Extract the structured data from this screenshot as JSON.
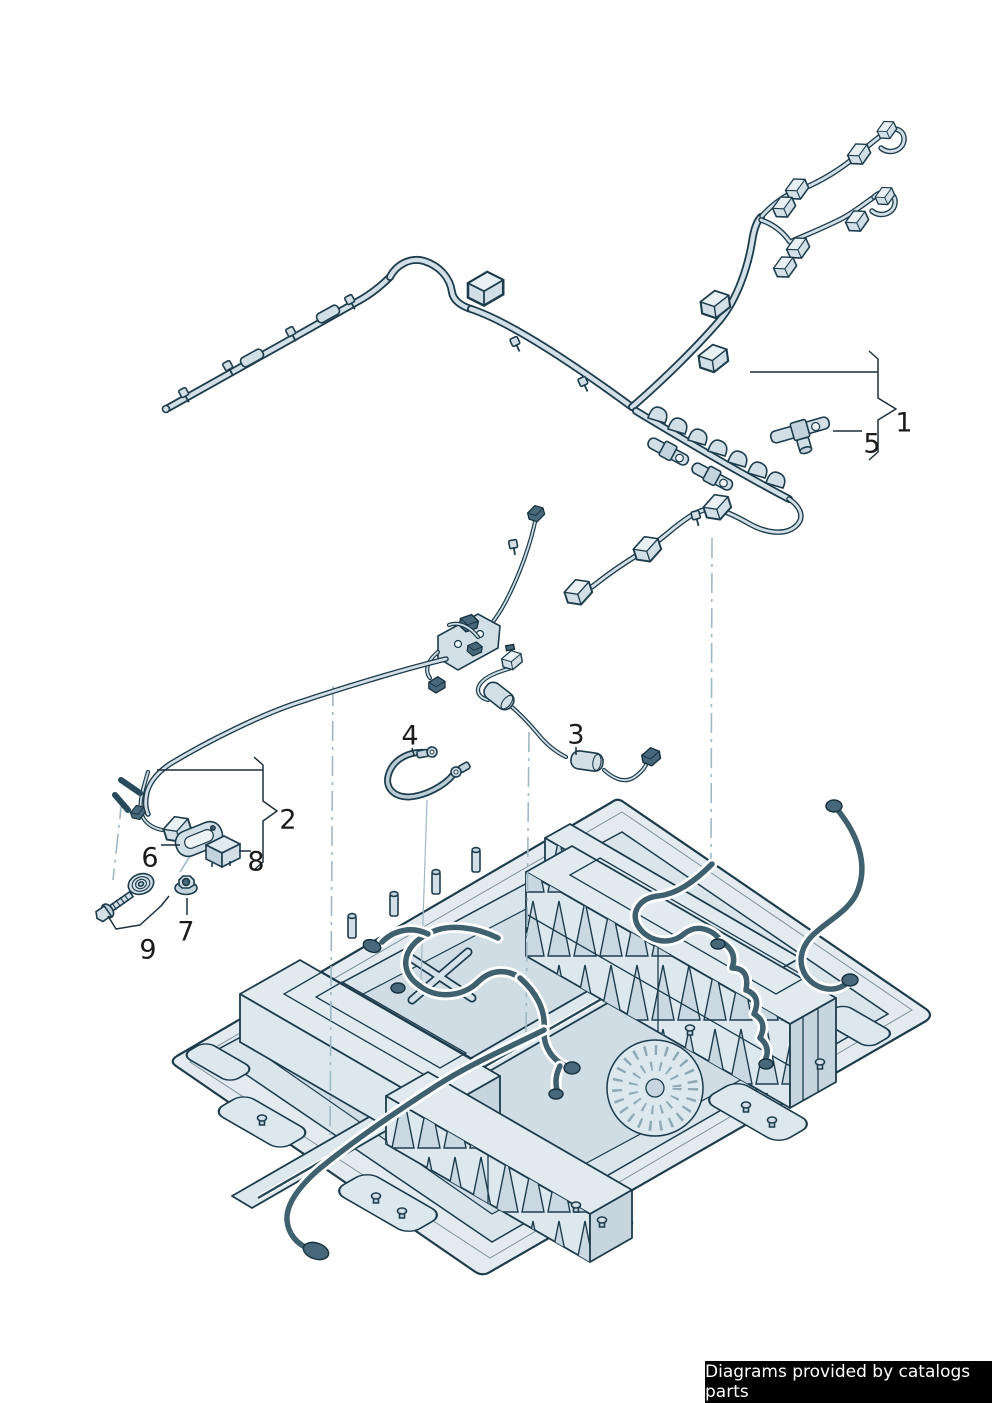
{
  "diagram": {
    "callouts": [
      {
        "label": "1"
      },
      {
        "label": "2"
      },
      {
        "label": "3"
      },
      {
        "label": "4"
      },
      {
        "label": "5"
      },
      {
        "label": "6"
      },
      {
        "label": "7"
      },
      {
        "label": "8"
      },
      {
        "label": "9"
      }
    ],
    "footer": {
      "text": "Diagrams provided by catalogs parts"
    },
    "colors": {
      "outline": "#1d3c4c",
      "fill_light": "#d3dfe7",
      "fill_mid": "#c3d3dd",
      "harness_dark": "#3f606f",
      "leader": "#9fb8c5",
      "label_text": "#1b1b1b",
      "footer_bg": "#000000",
      "footer_text": "#ffffff"
    }
  }
}
